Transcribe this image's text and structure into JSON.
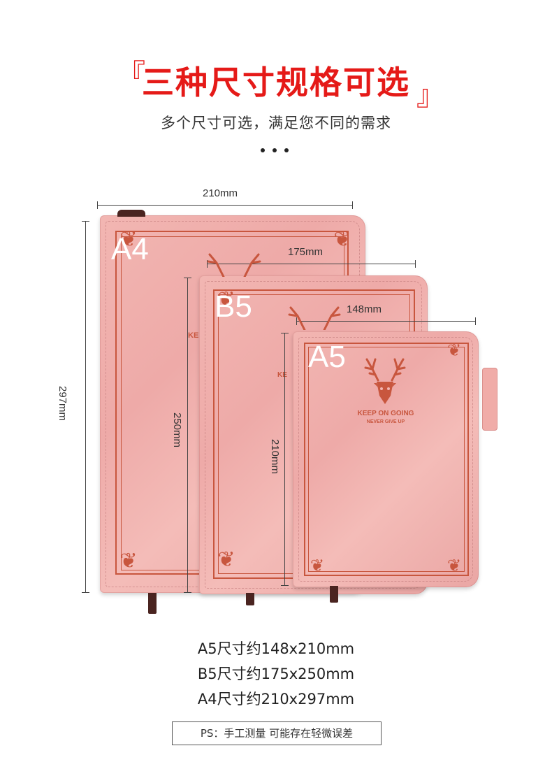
{
  "header": {
    "bracket_left": "『",
    "title": "三种尺寸规格可选",
    "bracket_right": "』",
    "subtitle": "多个尺寸可选，满足您不同的需求"
  },
  "measurements": {
    "a4_width": "210mm",
    "a4_height": "297mm",
    "b5_width": "175mm",
    "b5_height": "250mm",
    "a5_width": "148mm",
    "a5_height": "210mm"
  },
  "notebooks": {
    "a4_label": "A4",
    "b5_label": "B5",
    "a5_label": "A5",
    "cover_text": "KEEP ON GOING",
    "cover_subtext": "NEVER GIVE UP",
    "partial_text_a4": "KEE",
    "partial_text_b5": "KE",
    "cover_color": "#f2b6b2",
    "ornament_color": "#c8563e"
  },
  "specs": [
    "A5尺寸约148x210mm",
    "B5尺寸约175x250mm",
    "A4尺寸约210x297mm"
  ],
  "note": "PS：手工测量 可能存在轻微误差",
  "colors": {
    "accent": "#e51a18"
  }
}
